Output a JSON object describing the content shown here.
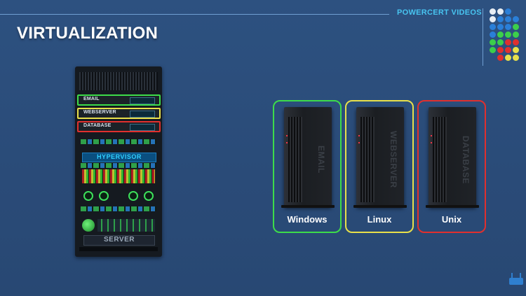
{
  "header": {
    "brand": "POWERCERT VIDEOS",
    "title": "VIRTUALIZATION"
  },
  "rack": {
    "vms": [
      {
        "label": "EMAIL",
        "color": "#3ddc4a"
      },
      {
        "label": "WEBSERVER",
        "color": "#e8e04a"
      },
      {
        "label": "DATABASE",
        "color": "#e0302e"
      }
    ],
    "hypervisor_label": "HYPERVISOR",
    "server_label": "SERVER"
  },
  "systems": [
    {
      "name": "Windows",
      "role": "EMAIL",
      "color": "#3ddc4a"
    },
    {
      "name": "Linux",
      "role": "WEBSERVER",
      "color": "#e8e04a"
    },
    {
      "name": "Unix",
      "role": "DATABASE",
      "color": "#e0302e"
    }
  ],
  "colors": {
    "background": "#2b4d7a",
    "brand_text": "#48c4f0",
    "line": "#6f9fd2"
  },
  "icons": {
    "logo": "dot-grid-logo-icon",
    "corner": "router-icon"
  }
}
